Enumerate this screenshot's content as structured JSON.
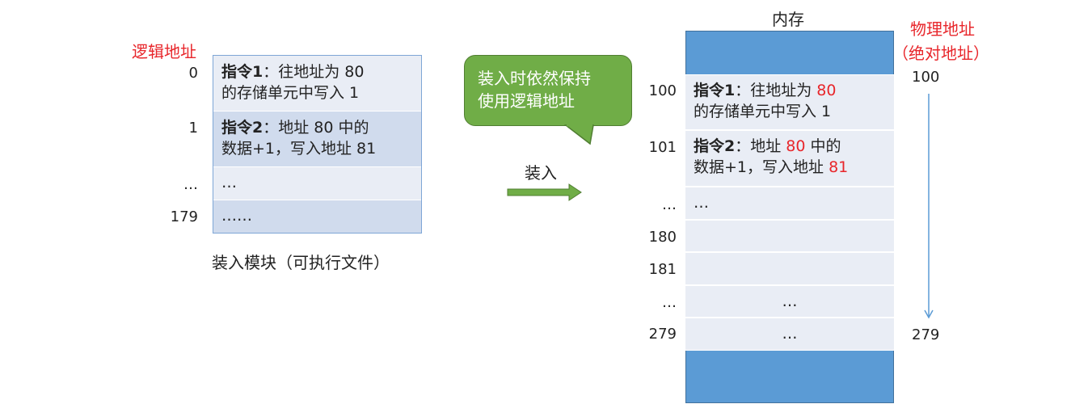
{
  "left": {
    "logical_address_label": "逻辑地址",
    "rows": [
      {
        "addr": "0",
        "prefix": "指令1",
        "text1": "：往地址为 80",
        "text2": "的存储单元中写入 1"
      },
      {
        "addr": "1",
        "prefix": "指令2",
        "text1": "：地址 80 中的",
        "text2": "数据+1，写入地址 81"
      },
      {
        "addr": "…",
        "text": "…"
      },
      {
        "addr": "179",
        "text": "……"
      }
    ],
    "caption": "装入模块（可执行文件）"
  },
  "middle": {
    "callout_line1": "装入时依然保持",
    "callout_line2": "使用逻辑地址",
    "arrow_label": "装入"
  },
  "right": {
    "memory_title": "内存",
    "physical_address_label": "物理地址",
    "physical_address_note": "（绝对地址）",
    "range_start": "100",
    "range_end": "279",
    "rows": [
      {
        "addr": "100",
        "prefix": "指令1",
        "a": "：往地址为 ",
        "b": "80",
        "line2": "的存储单元中写入 1"
      },
      {
        "addr": "101",
        "prefix": "指令2",
        "a": "：地址 ",
        "b": "80",
        "c": " 中的",
        "line2a": "数据+1，写入地址 ",
        "line2b": "81"
      },
      {
        "addr": "…",
        "text": "…"
      },
      {
        "addr": "180",
        "text": ""
      },
      {
        "addr": "181",
        "text": ""
      },
      {
        "addr": "…",
        "text": "…"
      },
      {
        "addr": "279",
        "text": "…"
      }
    ]
  },
  "colors": {
    "red": "#e8262b",
    "memory_blue": "#5b9bd5",
    "row_light": "#e9edf5",
    "row_dark": "#d0dbed",
    "callout_green": "#70ad47",
    "arrow_green": "#70ad47"
  }
}
